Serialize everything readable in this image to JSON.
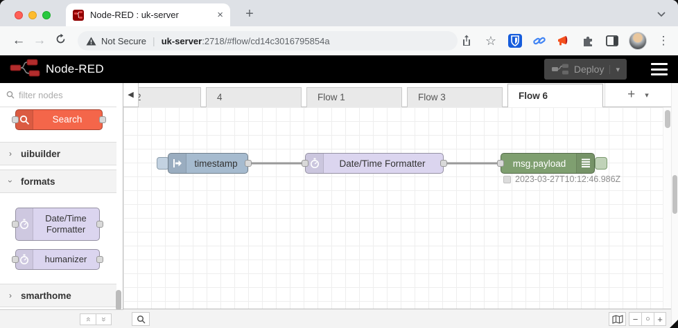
{
  "browser": {
    "tab_title": "Node-RED : uk-server",
    "close_tab_glyph": "×",
    "new_tab_glyph": "+",
    "security_label": "Not Secure",
    "url_divider": "|",
    "url_host": "uk-server",
    "url_path": ":2718/#flow/cd14c3016795854a"
  },
  "header": {
    "app_name": "Node-RED",
    "deploy_label": "Deploy"
  },
  "palette": {
    "filter_placeholder": "filter nodes",
    "search_node_label": "Search",
    "categories": [
      {
        "label": "uibuilder",
        "expanded": false
      },
      {
        "label": "formats",
        "expanded": true
      },
      {
        "label": "smarthome",
        "expanded": false
      }
    ],
    "formats_nodes": [
      {
        "label": "Date/Time Formatter"
      },
      {
        "label": "humanizer"
      }
    ]
  },
  "workspace": {
    "tabs": [
      "2",
      "4",
      "Flow 1",
      "Flow 3",
      "Flow 6"
    ],
    "active_tab": "Flow 6"
  },
  "flow": {
    "inject_label": "timestamp",
    "formatter_label": "Date/Time Formatter",
    "debug_label": "msg.payload",
    "debug_status": "2023-03-27T10:12:46.986Z"
  },
  "icons": {
    "back_arrow": "←",
    "forward_arrow": "→",
    "star": "☆",
    "overflow_menu": "⋮",
    "deploy_caret": "▾",
    "tab_list_caret": "▾",
    "scroll_left": "◀",
    "collapse_all": "«",
    "expand_all": "»",
    "zoom_out": "−",
    "zoom_reset": "○",
    "zoom_in": "+"
  },
  "colors": {
    "header_bg": "#000000",
    "inject_node": "#a6bbcf",
    "formatter_node": "#dbd5ef",
    "debug_node": "#7f9f70",
    "search_node": "#f4664a",
    "tabstrip_bg": "#dee1e6"
  }
}
